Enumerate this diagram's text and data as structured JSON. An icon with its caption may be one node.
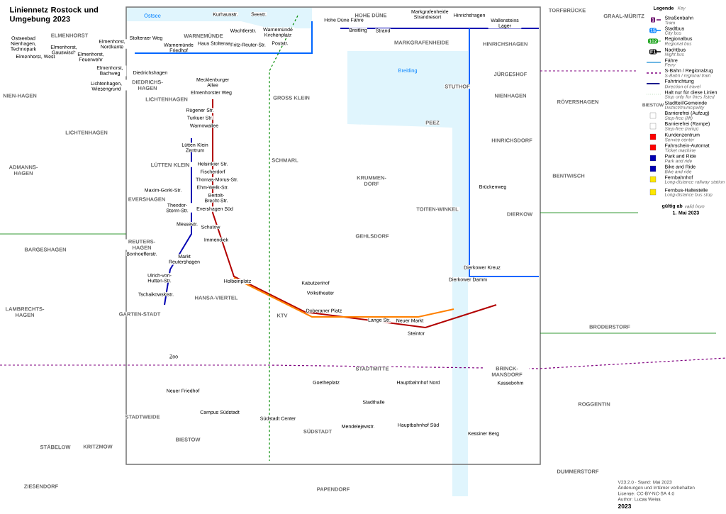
{
  "diagram": {
    "title": "Liniennetz Rostock und Umgebung 2023",
    "labels": [
      "ELMENHORST",
      "WARNEMÜNDE",
      "HOHE DÜNE",
      "TORFBRÜCKE",
      "GRAAL-MÜRITZ",
      "MARKGRAFENHEIDE",
      "HINRICHSHAGEN",
      "DIEDRICHS-HAGEN",
      "NIEN-HAGEN",
      "LICHTENHAGEN",
      "GROSS KLEIN",
      "JÜRGESHOF",
      "STUTHOF",
      "NIENHAGEN",
      "RÖVERSHAGEN",
      "LICHTENHAGEN",
      "PEEZ",
      "HINRICHSDORF",
      "SCHMARL",
      "LÜTTEN KLEIN",
      "ADMANNS-HAGEN",
      "BENTWISCH",
      "KRUMMEN-DORF",
      "EVERSHAGEN",
      "TOITEN-WINKEL",
      "DIERKOW",
      "GEHLSDORF",
      "REUTERS-HAGEN",
      "BARGESHAGEN",
      "HANSA-VIERTEL",
      "KTV",
      "LAMBRECHTS-HAGEN",
      "GARTEN-STADT",
      "BRODERSTORF",
      "STADTMITTE",
      "BRINCK-MANSDORF",
      "ROGGENTIN",
      "STADTWEIDE",
      "SÜDSTADT",
      "BIESTOW",
      "STÄBELOW",
      "KRITZMOW",
      "DUMMERSTORF",
      "ZIESENDORF",
      "PAPENDORF",
      "Kurhausstr.",
      "Seestr.",
      "Wachtlerstr.",
      "Warnemünde Kirchenplatz",
      "Stolteraer Weg",
      "Warnemünde Friedhof",
      "Haus Stolteraa",
      "Fritz-Reuter-Str.",
      "Poststr.",
      "Hohe Düne Fähre",
      "Breitling",
      "Strand",
      "Markgrafenheide Strandresort",
      "Hinrichshagen",
      "Wallensteins Lager",
      "Ostseebad Nienhagen, Technopark",
      "Elmenhorst, West",
      "Elmenhorst, Gauswisch",
      "Elmenhorst, Feuerwehr",
      "Elmenhorst, Nordkante",
      "Elmenhorst, Bachweg",
      "Lichtenhagen, Wiesengrund",
      "Diedrichshagen",
      "Mecklenburger Allee",
      "Elmenhorster Weg",
      "Rügener Str.",
      "Turkuer Str.",
      "Warnowallee",
      "Lütten Klein Zentrum",
      "Helsinkier Str.",
      "Fischerdorf",
      "Thomas-Morus-Str.",
      "Ehm-Welk-Str.",
      "Bertolt-Brecht-Str.",
      "Evershagen Süd",
      "Maxim-Gorki-Str.",
      "Theodor-Storm-Str.",
      "Messestr.",
      "Schutow",
      "Immendiek",
      "Bonhoefferstr.",
      "Markt Reutershagen",
      "Ulrich-von-Hutten-Str.",
      "Tschaikowskistr.",
      "Holbeinplatz",
      "Zoo",
      "Neuer Friedhof",
      "Campus Südstadt",
      "Südstadt Center",
      "Mendelejewstr.",
      "Goetheplatz",
      "Stadthalle",
      "Hauptbahnhof Nord",
      "Hauptbahnhof Süd",
      "Doberaner Platz",
      "Kabutzenhof",
      "Volkstheater",
      "Lange Str.",
      "Neuer Markt",
      "Steintor",
      "Dierkower Kreuz",
      "Dierkower Damm",
      "Kassebohm",
      "Brückenweg",
      "Kessiner Berg",
      "Ostsee",
      "Breitling",
      "Legende",
      "Key",
      "1",
      "15",
      "102",
      "F1",
      "Tram",
      "City bus",
      "Regional bus",
      "Night bus",
      "Ferry",
      "S-Bahn / regional train",
      "Direction of travel",
      "Stop only for lines listed",
      "BIESTOW",
      "District/municipality",
      "Step-free (lift)",
      "Step-free (ramp)",
      "Service center",
      "Ticket machine",
      "Park and ride",
      "Bike and ride",
      "Long-distance railway station",
      "Long-distance bus stop",
      "gültig ab",
      "valid from",
      "1. Mai 2023",
      "V23.2.0 · Stand: Mai 2023",
      "Änderungen und Irrtümer vorbehalten",
      "License: CC-BY-NC-SA 4.0",
      "Author: Lucas Weiss",
      "2023"
    ],
    "legend": [
      {
        "text": "Straßenbahn"
      },
      {
        "text": "Stadtbus"
      },
      {
        "text": "Regionalbus"
      },
      {
        "text": "Nachtbus"
      },
      {
        "text": "Fähre"
      },
      {
        "text": "S-Bahn / Regionalzug"
      },
      {
        "text": "Fahrtrichtung"
      },
      {
        "text": "Halt nur für diese Linien"
      },
      {
        "text": "Stadtteil/Gemeinde"
      },
      {
        "text": "Barrierefrei (Aufzug)"
      },
      {
        "text": "Barrierefrei (Rampe)"
      },
      {
        "text": "Kundenzentrum"
      },
      {
        "text": "Fahrschein-Automat"
      },
      {
        "text": "Park and Ride"
      },
      {
        "text": "Bike and Ride"
      },
      {
        "text": "Fernbahnhof"
      },
      {
        "text": "Fernbus-Haltestelle"
      }
    ]
  }
}
